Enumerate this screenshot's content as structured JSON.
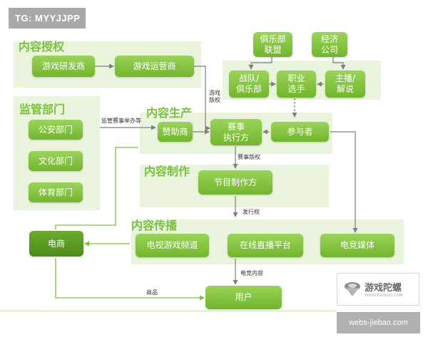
{
  "tag": "TG: MYYJJPP",
  "sections": {
    "content_license": "内容授权",
    "regulators": "监管部门",
    "content_production": "内容生产",
    "content_making": "内容制作",
    "content_distribution": "内容传播"
  },
  "nodes": {
    "game_developer": "游戏研发商",
    "game_operator": "游戏运营商",
    "public_security": "公安部门",
    "culture_dept": "文化部门",
    "sports_dept": "体育部门",
    "club_alliance": "俱乐部\n联盟",
    "economic_company": "经济\n公司",
    "team_club": "战队/\n俱乐部",
    "pro_player": "职业\n选手",
    "streamer_commentator": "主播/\n解说",
    "sponsor": "赞助商",
    "event_organizer": "赛事\n执行方",
    "participant": "参与者",
    "program_producer": "节目制作方",
    "tv_game_channel": "电视游戏频道",
    "live_platform": "在线直播平台",
    "esports_media": "电竞媒体",
    "ecommerce": "电商",
    "user": "用户"
  },
  "edge_labels": {
    "game_rights": "游戏\n版权",
    "supervise_event": "监管赛事举办等",
    "event_rights": "赛事版权",
    "distribution_rights": "发行权",
    "esports_content": "电竞内容",
    "goods": "商品"
  },
  "watermark": {
    "name": "游戏陀螺",
    "sub": "YOUXITUOLUO.COM",
    "url": "webs-jiebao.com"
  },
  "colors": {
    "box_green": "#7ac142",
    "panel_bg": "#eaf3dc",
    "title_green": "#7ac142",
    "arrow_gray": "#9a9a9a"
  }
}
